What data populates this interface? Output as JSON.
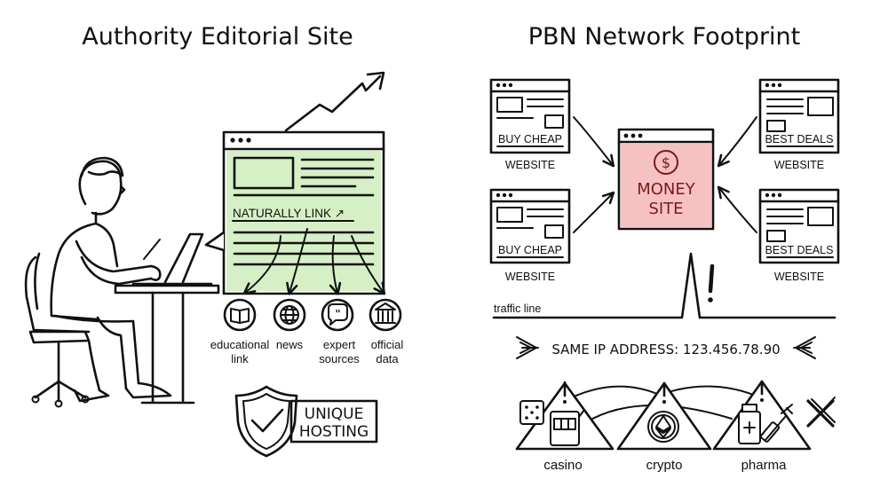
{
  "left": {
    "title": "Authority Editorial Site",
    "content_link": "NATURALLY LINK ↗",
    "sources": [
      {
        "icon": "book-icon",
        "lines": [
          "educational",
          "link"
        ]
      },
      {
        "icon": "globe-icon",
        "lines": [
          "news"
        ]
      },
      {
        "icon": "quote-bubble-icon",
        "lines": [
          "expert",
          "sources"
        ]
      },
      {
        "icon": "institution-icon",
        "lines": [
          "official",
          "data"
        ]
      }
    ],
    "badge": [
      "UNIQUE",
      "HOSTING"
    ]
  },
  "right": {
    "title": "PBN Network Footprint",
    "money_site": [
      "MONEY",
      "SITE"
    ],
    "sites": [
      {
        "banner": "BUY CHEAP",
        "caption": "WEBSITE"
      },
      {
        "banner": "BEST DEALS",
        "caption": "WEBSITE"
      },
      {
        "banner": "BUY CHEAP",
        "caption": "WEBSITE"
      },
      {
        "banner": "BEST DEALS",
        "caption": "WEBSITE"
      }
    ],
    "traffic_label": "traffic line",
    "ip_text": "SAME IP ADDRESS: 123.456.78.90",
    "niches": [
      "casino",
      "crypto",
      "pharma"
    ]
  },
  "colors": {
    "ink": "#111111",
    "authority_fill": "#d4f0c4",
    "money_fill": "#f6c1c1"
  }
}
